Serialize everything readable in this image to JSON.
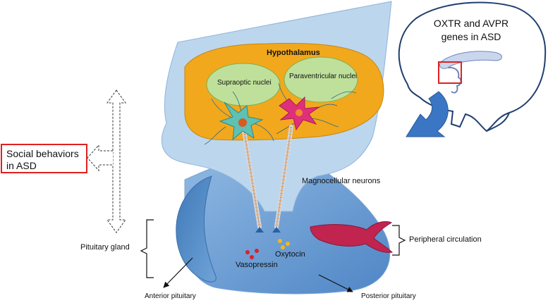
{
  "labels": {
    "hypothalamus": "Hypothalamus",
    "supraoptic": "Supraoptic nuclei",
    "paraventricular": "Paraventricular nuclei",
    "magnocellular": "Magnocellular neurons",
    "pituitary_gland": "Pituitary gland",
    "vasopressin": "Vasopressin",
    "oxytocin": "Oxytocin",
    "peripheral_circulation": "Peripheral circulation",
    "anterior_pituitary": "Anterior pituitary",
    "posterior_pituitary": "Posterior pituitary"
  },
  "social_box": {
    "line1": "Social behaviors",
    "line2": "in ASD"
  },
  "brain_title": {
    "line1": "OXTR and AVPR",
    "line2": "genes in ASD"
  },
  "colors": {
    "tissue_fill": "#bcd6ee",
    "hypothalamus_fill": "#f2a81c",
    "nuclei_fill": "#bfe09a",
    "posterior_fill": "#6a9fd4",
    "anterior_fill": "#4a84c2",
    "neuron_teal": "#5fc0b4",
    "neuron_magenta": "#e0307a",
    "highlight_box": "#e02020",
    "curved_arrow": "#3a76c4",
    "vessel": "#c0244f"
  }
}
